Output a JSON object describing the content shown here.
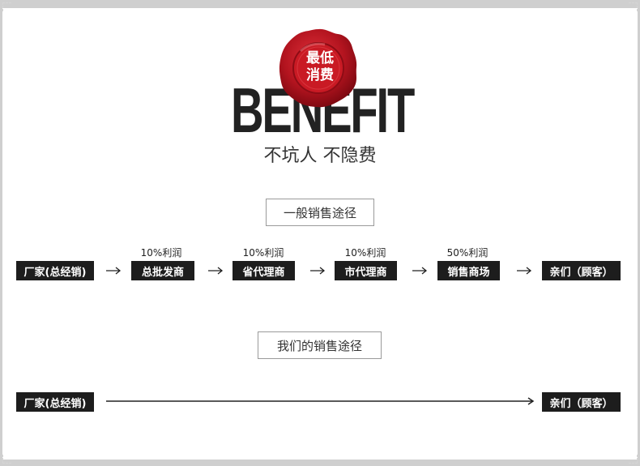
{
  "seal": {
    "line1": "最低",
    "line2": "消费"
  },
  "logo": {
    "word": "BENEFIT"
  },
  "slogan": "不坑人  不隐费",
  "common_path": {
    "title": "一般销售途径",
    "nodes": [
      "厂家(总经销)",
      "总批发商",
      "省代理商",
      "市代理商",
      "销售商场",
      "亲们（顾客）"
    ],
    "margins": [
      "10%利润",
      "10%利润",
      "10%利润",
      "50%利润"
    ]
  },
  "our_path": {
    "title": "我们的销售途径",
    "from": "厂家(总经销)",
    "to": "亲们（顾客）"
  }
}
